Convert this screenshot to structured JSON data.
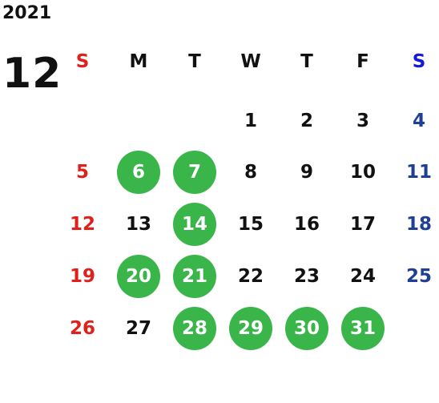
{
  "year": "2021",
  "month": "12",
  "weekdays": [
    {
      "label": "S",
      "kind": "sun"
    },
    {
      "label": "M",
      "kind": "weekday"
    },
    {
      "label": "T",
      "kind": "weekday"
    },
    {
      "label": "W",
      "kind": "weekday"
    },
    {
      "label": "T",
      "kind": "weekday"
    },
    {
      "label": "F",
      "kind": "weekday"
    },
    {
      "label": "S",
      "kind": "sat"
    }
  ],
  "first_weekday_index": 3,
  "days_in_month": 31,
  "highlighted_days": [
    6,
    7,
    14,
    20,
    21,
    28,
    29,
    30,
    31
  ],
  "colors": {
    "sunday": "#e0201b",
    "saturday_day": "#1f3f95",
    "saturday_header": "#1418d8",
    "highlight": "#39b54a",
    "text": "#111111"
  }
}
